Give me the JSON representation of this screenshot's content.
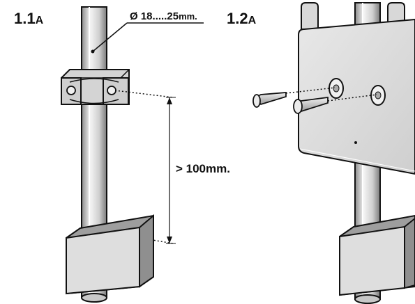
{
  "figure_left": {
    "step_number": "1.1",
    "step_letter": "A",
    "diameter_symbol": "Ø",
    "diameter_value": "18.....25",
    "diameter_unit": "mm.",
    "distance_label": "> 100mm."
  },
  "figure_right": {
    "step_number": "1.2",
    "step_letter": "A"
  },
  "colors": {
    "outline": "#111111",
    "plate_fill": "#dcdcdc",
    "block_dark": "#9a9a9a",
    "block_light": "#e2e2e2"
  }
}
